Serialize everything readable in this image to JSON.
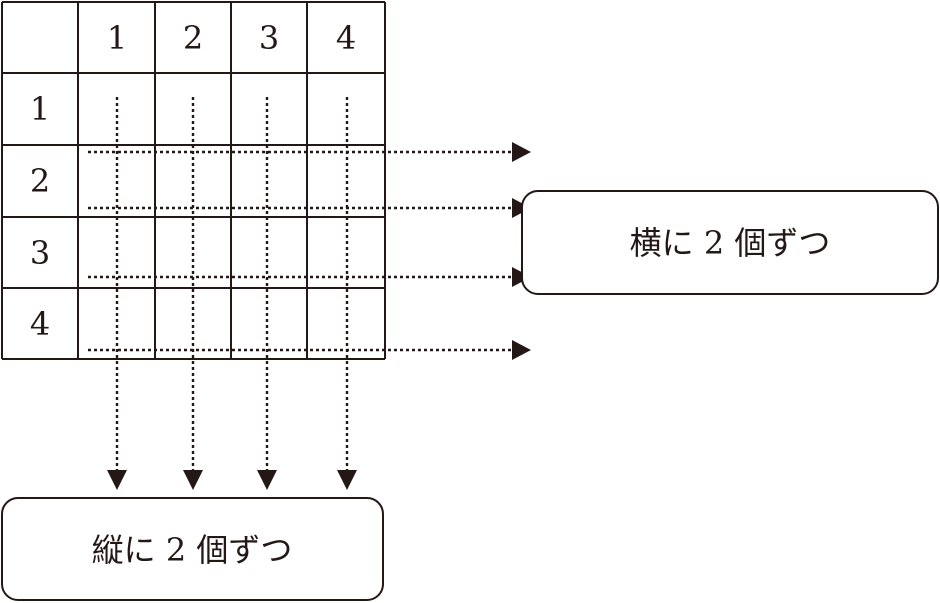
{
  "grid": {
    "column_headers": [
      "1",
      "2",
      "3",
      "4"
    ],
    "row_headers": [
      "1",
      "2",
      "3",
      "4"
    ]
  },
  "horizontal_box": {
    "label": "横に 2 個ずつ"
  },
  "vertical_box": {
    "label": "縦に 2 個ずつ"
  }
}
